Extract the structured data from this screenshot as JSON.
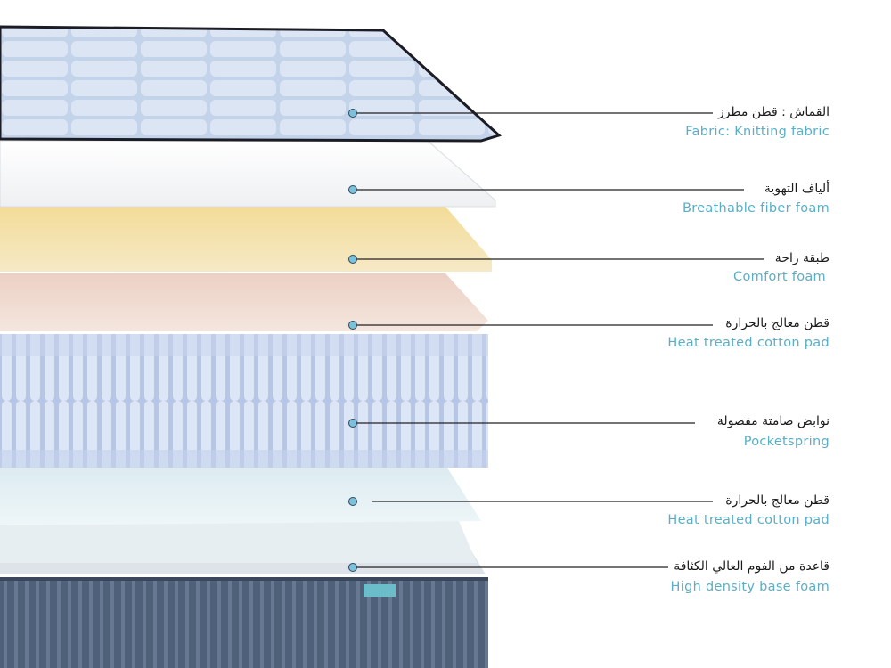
{
  "colors": {
    "english_label": "#5aaec6",
    "arabic_label": "#1a1a1a",
    "leader_line": "#222222",
    "marker_dot": "#7dc0dc"
  },
  "layers": [
    {
      "id": "fabric",
      "arabic": "القماش : قطن مطرز",
      "english": "Fabric: Knitting fabric"
    },
    {
      "id": "fiber",
      "arabic": "ألياف التهوية",
      "english": "Breathable fiber foam"
    },
    {
      "id": "comfort",
      "arabic": "طبقة راحة",
      "english": "Comfort foam"
    },
    {
      "id": "cotton1",
      "arabic": "قطن معالج بالحرارة",
      "english": "Heat treated cotton pad"
    },
    {
      "id": "spring",
      "arabic": "نوابض صامتة مفصولة",
      "english": "Pocketspring"
    },
    {
      "id": "cotton2",
      "arabic": "قطن معالج بالحرارة",
      "english": "Heat treated cotton pad"
    },
    {
      "id": "base",
      "arabic": "قاعدة من الفوم العالي الكثافة",
      "english": "High density base foam"
    }
  ]
}
